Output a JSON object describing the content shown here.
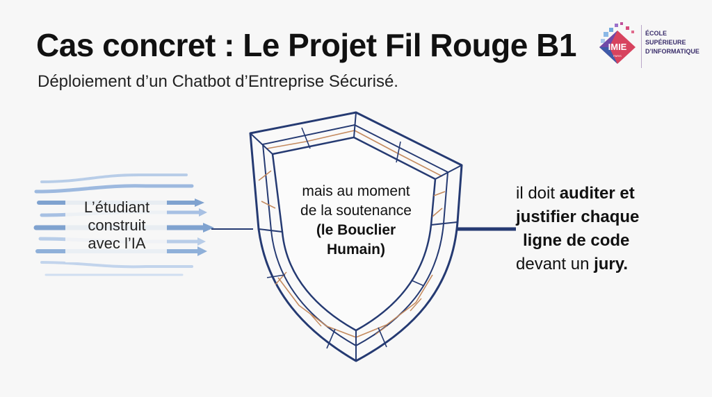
{
  "header": {
    "title": "Cas concret : Le Projet Fil Rouge B1",
    "subtitle": "Déploiement d’un Chatbot d’Entreprise Sécurisé."
  },
  "logo": {
    "mark": "IMIE",
    "mark_sub": "PARIS",
    "lines": [
      "ÉCOLE",
      "SUPÉRIEURE",
      "D’INFORMATIQUE"
    ]
  },
  "diagram": {
    "left_label": [
      "L’étudiant",
      "construit",
      "avec l’IA"
    ],
    "center_label": {
      "line1": "mais au moment",
      "line2": "de la soutenance",
      "line3": "(le Bouclier",
      "line4": "Humain)"
    },
    "right_label": {
      "l1_plain": "il doit ",
      "l1_bold": "auditer et",
      "l2_bold": "justifier chaque",
      "l3_bold": "ligne de code",
      "l4_plain": "devant un ",
      "l4_bold": "jury."
    },
    "colors": {
      "shield_outline": "#253a72",
      "shield_accent": "#c48a5e",
      "streams": "#7fa2cf",
      "connector": "#253a72"
    },
    "icons": [
      "shield-icon",
      "data-stream-icon"
    ]
  }
}
